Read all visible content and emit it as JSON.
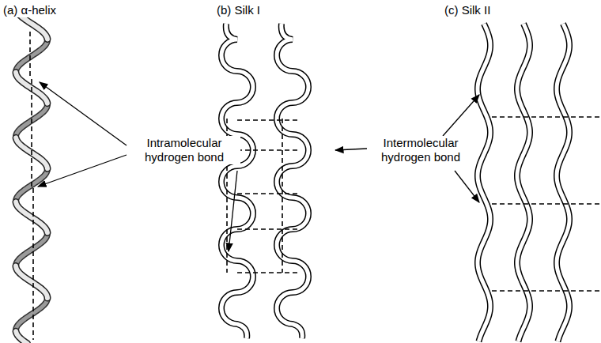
{
  "diagram": {
    "labels": [
      "(a) α-helix",
      "(b) Silk I",
      "(c) Silk II",
      "Intramolecular hydrogen bond",
      "Intermolecular hydrogen bond"
    ]
  }
}
